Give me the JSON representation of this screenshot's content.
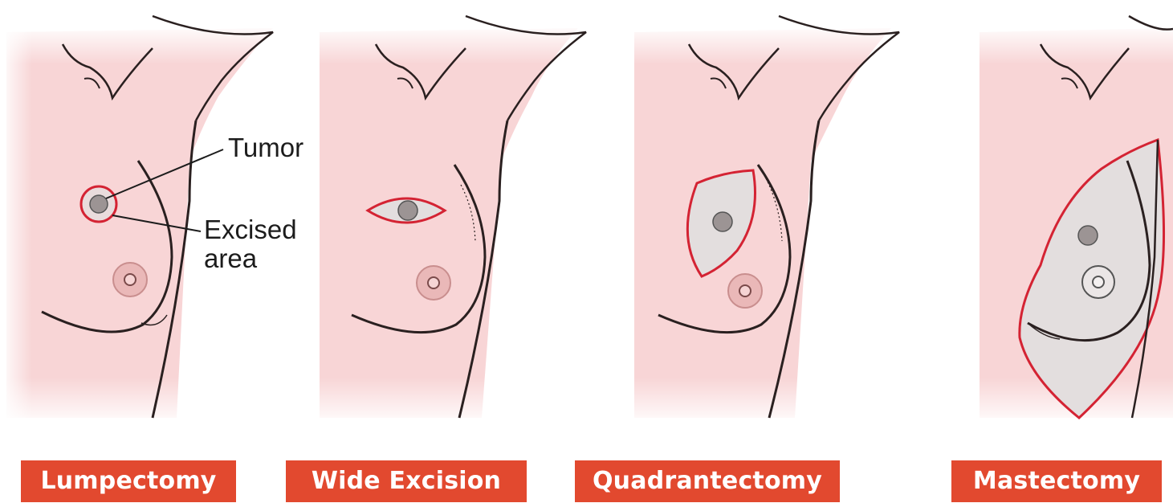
{
  "panels": [
    {
      "label": "Lumpectomy"
    },
    {
      "label": "Wide Excision"
    },
    {
      "label": "Quadrantectomy"
    },
    {
      "label": "Mastectomy"
    }
  ],
  "callouts": {
    "tumor": "Tumor",
    "excised_line1": "Excised",
    "excised_line2": "area"
  },
  "colors": {
    "skin": "#f8d5d6",
    "outline": "#2a2020",
    "excision": "#d42333",
    "excised_fill": "#e3dede",
    "tumor": "#9c9494",
    "nipple": "#eab8b8",
    "label_bg": "#e2492f",
    "label_text": "#ffffff"
  }
}
